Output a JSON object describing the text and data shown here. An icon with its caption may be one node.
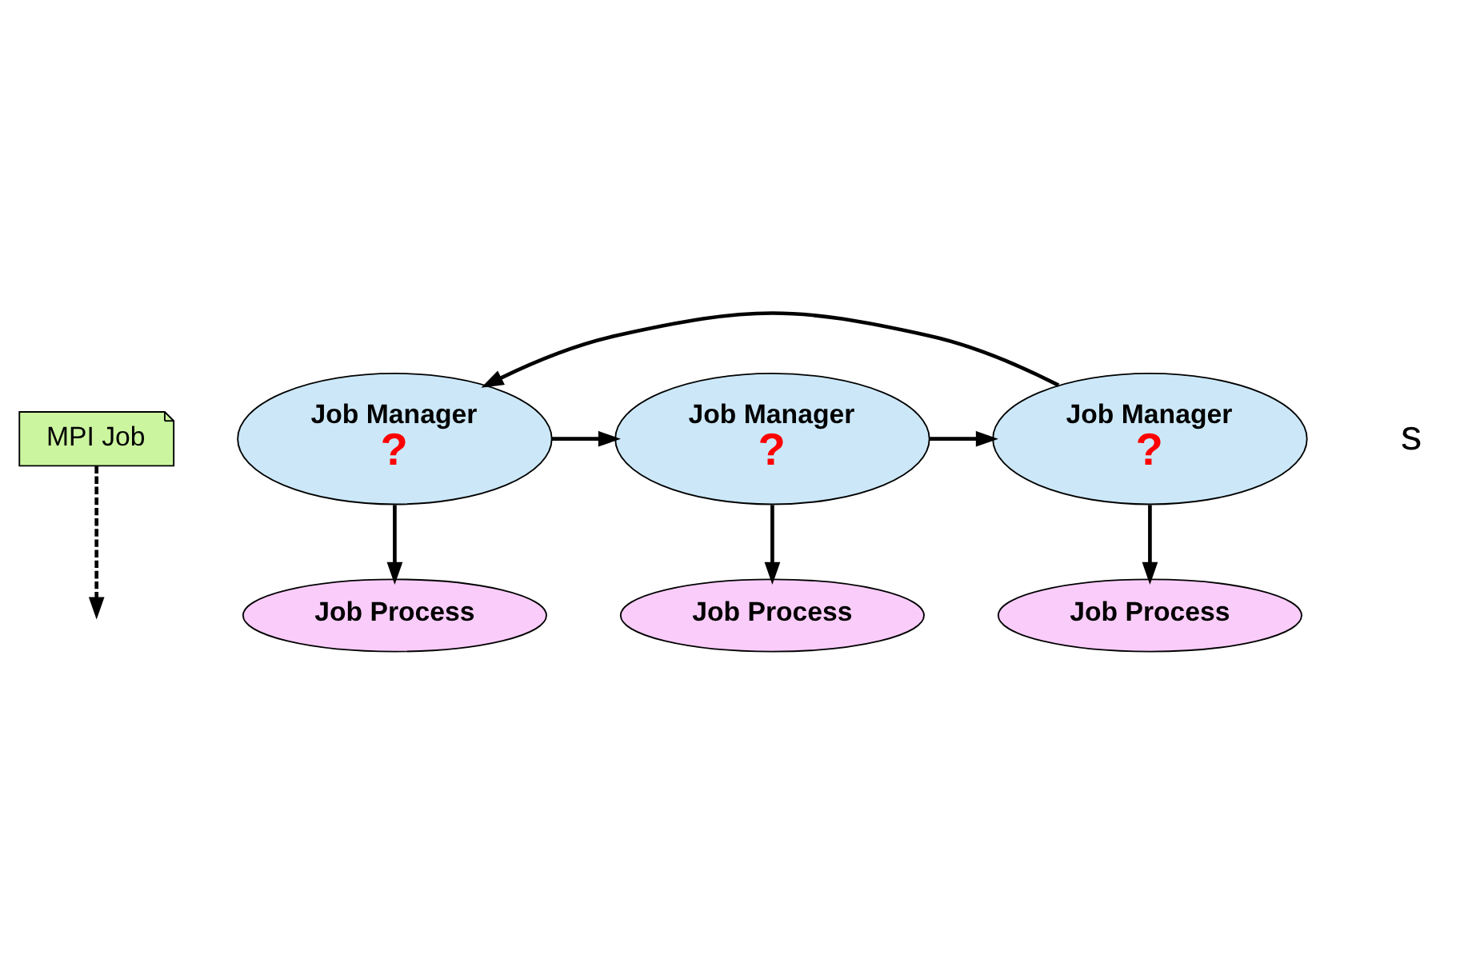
{
  "diagram": {
    "nodes": [
      {
        "text": [
          "MPI Job"
        ]
      },
      {
        "text": [
          "Job Manager",
          "?"
        ]
      },
      {
        "text": [
          "Job Manager",
          "?"
        ]
      },
      {
        "text": [
          "Job Manager",
          "?"
        ]
      },
      {
        "text": [
          "Job Process"
        ]
      },
      {
        "text": [
          "Job Process"
        ]
      },
      {
        "text": [
          "Job Process"
        ]
      }
    ],
    "edges": [
      {
        "from": 0,
        "to": null,
        "arrow": "to",
        "style": "dashed"
      },
      {
        "from": 3,
        "to": 1,
        "arrow": "to"
      },
      {
        "from": 1,
        "to": 2,
        "arrow": "to"
      },
      {
        "from": 2,
        "to": 3,
        "arrow": "to"
      },
      {
        "from": 1,
        "to": 4,
        "arrow": "to"
      },
      {
        "from": 2,
        "to": 5,
        "arrow": "to"
      },
      {
        "from": 3,
        "to": 6,
        "arrow": "to"
      }
    ],
    "labels": [
      "s"
    ]
  }
}
